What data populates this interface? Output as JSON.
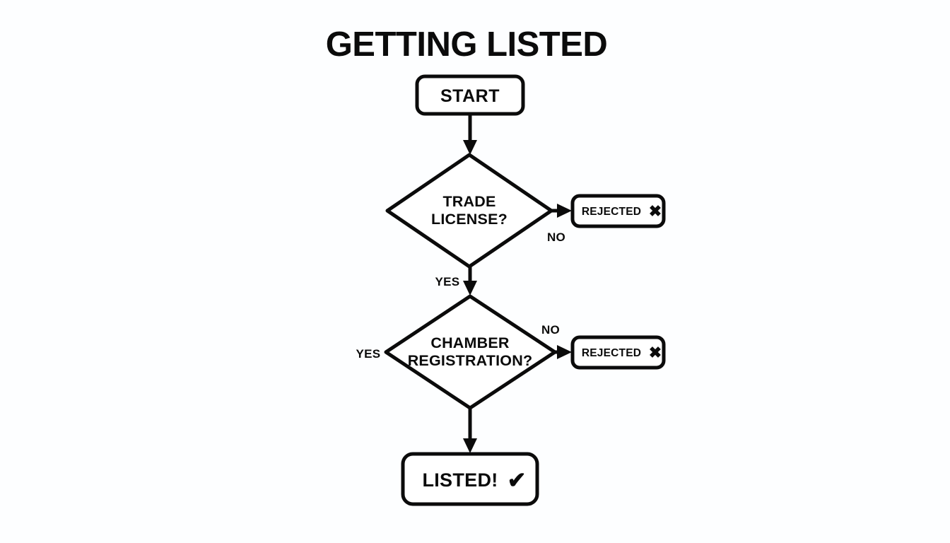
{
  "diagram": {
    "title": "GETTING LISTED",
    "type": "flowchart",
    "background_color": "#fdfeff",
    "line_color": "#0b0b0b",
    "fill_color": "#ffffff",
    "nodes": {
      "start": {
        "label": "START",
        "shape": "rounded-rectangle"
      },
      "decision_trade": {
        "line1": "TRADE",
        "line2": "LICENSE?",
        "shape": "diamond"
      },
      "decision_chamber": {
        "line1": "CHAMBER",
        "line2": "REGISTRATION?",
        "shape": "diamond"
      },
      "rejected_trade": {
        "label": "REJECTED",
        "mark": "✖",
        "shape": "rounded-rectangle"
      },
      "rejected_chamber": {
        "label": "REJECTED",
        "mark": "✖",
        "shape": "rounded-rectangle"
      },
      "listed": {
        "label": "LISTED!",
        "mark": "✔",
        "shape": "rounded-rectangle"
      }
    },
    "edge_labels": {
      "trade_no": "NO",
      "trade_yes": "YES",
      "chamber_no": "NO",
      "chamber_yes": "YES"
    }
  }
}
